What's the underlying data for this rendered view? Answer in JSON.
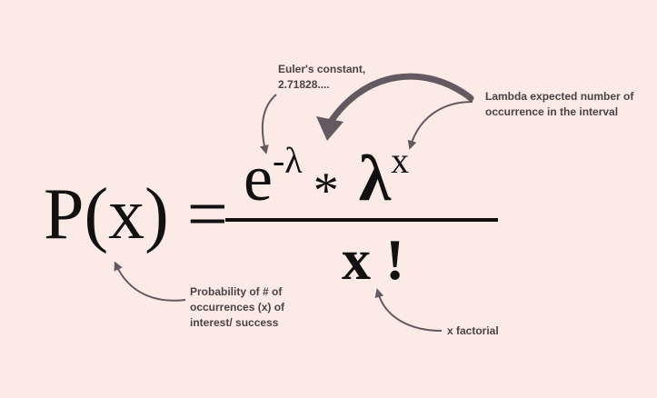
{
  "formula": {
    "lhs": "P(x) =",
    "base": "e",
    "exponent": "-λ",
    "times": "*",
    "lambda": "λ",
    "lambda_power": "x",
    "denominator": "x !"
  },
  "annotations": {
    "euler": "Euler's constant, 2.71828....",
    "lambda": "Lambda expected number of occurrence in the interval",
    "probability": "Probability of # of occurrences (x) of interest/ success",
    "factorial": "x factorial"
  },
  "colors": {
    "background": "#fceae6",
    "arrow": "#625a60",
    "text": "#4a4346",
    "formula": "#111111"
  }
}
